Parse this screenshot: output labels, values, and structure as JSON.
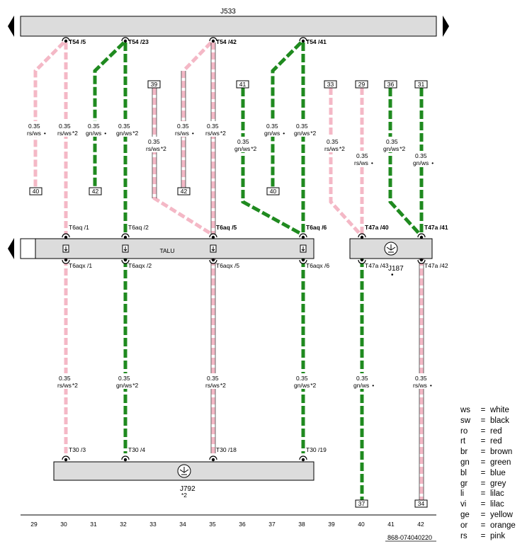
{
  "top_unit": "J533",
  "talu_label": "TALU",
  "j187": {
    "name": "J187",
    "mark": "•"
  },
  "j792": {
    "name": "J792",
    "note": "*2"
  },
  "top_pins": [
    "T54 /5",
    "T54 /23",
    "T54 /42",
    "T54 /41"
  ],
  "junction_pins": [
    "T6aq /1",
    "T6aq /2",
    "T6aq /5",
    "T6aq /6"
  ],
  "talu_out_pins": [
    "T6aqx /1",
    "T6aqx /2",
    "T6aqx /5",
    "T6aqx /6"
  ],
  "t47_pins": [
    "T47a /40",
    "T47a /41",
    "T47a /43",
    "T47a /42"
  ],
  "bottom_pins": [
    "T30 /3",
    "T30 /4",
    "T30 /18",
    "T30 /19"
  ],
  "ref_boxes": [
    "39",
    "41",
    "33",
    "29",
    "36",
    "31"
  ],
  "bottom_ref_boxes": [
    "40",
    "42",
    "42",
    "40"
  ],
  "lower_ref_boxes": [
    "37",
    "34"
  ],
  "wire_labels": [
    {
      "size": "0.35",
      "color": "rs/ws",
      "note": "•"
    },
    {
      "size": "0.35",
      "color": "rs/ws",
      "note": "*2"
    },
    {
      "size": "0.35",
      "color": "gn/ws",
      "note": "•"
    },
    {
      "size": "0.35",
      "color": "gn/ws",
      "note": "*2"
    },
    {
      "size": "0.35",
      "color": "rs/ws",
      "note": "*2"
    },
    {
      "size": "0.35",
      "color": "rs/ws",
      "note": "•"
    },
    {
      "size": "0.35",
      "color": "rs/ws",
      "note": "*2"
    },
    {
      "size": "0.35",
      "color": "gn/ws",
      "note": "*2"
    },
    {
      "size": "0.35",
      "color": "gn/ws",
      "note": "•"
    },
    {
      "size": "0.35",
      "color": "gn/ws",
      "note": "*2"
    },
    {
      "size": "0.35",
      "color": "rs/ws",
      "note": "*2"
    },
    {
      "size": "0.35",
      "color": "rs/ws",
      "note": "•"
    },
    {
      "size": "0.35",
      "color": "gn/ws",
      "note": "*2"
    },
    {
      "size": "0.35",
      "color": "gn/ws",
      "note": "•"
    },
    {
      "size": "0.35",
      "color": "rs/ws",
      "note": "*2"
    },
    {
      "size": "0.35",
      "color": "gn/ws",
      "note": "*2"
    },
    {
      "size": "0.35",
      "color": "rs/ws",
      "note": "*2"
    },
    {
      "size": "0.35",
      "color": "gn/ws",
      "note": "*2"
    },
    {
      "size": "0.35",
      "color": "gn/ws",
      "note": "•"
    },
    {
      "size": "0.35",
      "color": "rs/ws",
      "note": "•"
    }
  ],
  "ruler": [
    "29",
    "30",
    "31",
    "32",
    "33",
    "34",
    "35",
    "36",
    "37",
    "38",
    "39",
    "40",
    "41",
    "42"
  ],
  "doc_id": "868-074040220",
  "legend": [
    {
      "code": "ws",
      "eq": "=",
      "name": "white"
    },
    {
      "code": "sw",
      "eq": "=",
      "name": "black"
    },
    {
      "code": "ro",
      "eq": "=",
      "name": "red"
    },
    {
      "code": "rt",
      "eq": "=",
      "name": "red"
    },
    {
      "code": "br",
      "eq": "=",
      "name": "brown"
    },
    {
      "code": "gn",
      "eq": "=",
      "name": "green"
    },
    {
      "code": "bl",
      "eq": "=",
      "name": "blue"
    },
    {
      "code": "gr",
      "eq": "=",
      "name": "grey"
    },
    {
      "code": "li",
      "eq": "=",
      "name": "lilac"
    },
    {
      "code": "vi",
      "eq": "=",
      "name": "lilac"
    },
    {
      "code": "ge",
      "eq": "=",
      "name": "yellow"
    },
    {
      "code": "or",
      "eq": "=",
      "name": "orange"
    },
    {
      "code": "rs",
      "eq": "=",
      "name": "pink"
    }
  ],
  "colors": {
    "pink": "#f4b8c6",
    "green": "#1f8a1f",
    "box_fill": "#dcdcdc",
    "line": "#000000"
  }
}
